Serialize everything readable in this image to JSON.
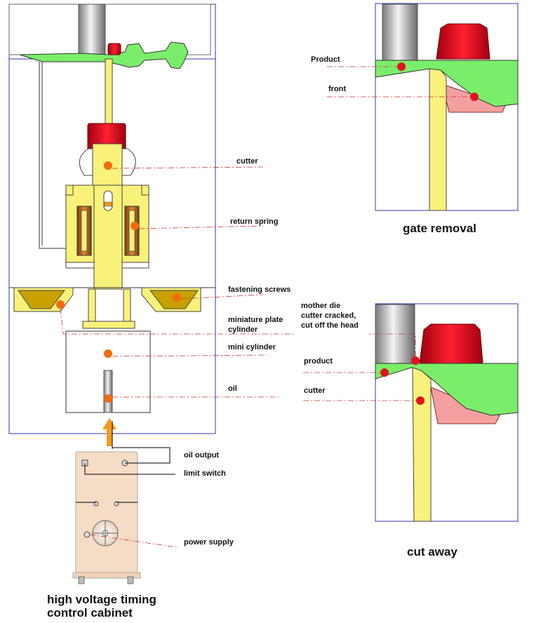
{
  "labels": {
    "cutter": "cutter",
    "return_spring": "return spring",
    "fastening_screws": "fastening screws",
    "miniature_plate_cylinder_1": "miniature plate",
    "miniature_plate_cylinder_2": "cylinder",
    "mini_cylinder": "mini cylinder",
    "oil": "oil",
    "oil_output": "oil output",
    "limit_switch": "limit switch",
    "power_supply": "power supply",
    "product_top": "Product",
    "front": "front",
    "mother_die_1": "mother die",
    "mother_die_2": "cutter cracked,",
    "mother_die_3": "cut off the head",
    "product_bottom": "product",
    "cutter_right": "cutter"
  },
  "captions": {
    "gate_removal": "gate removal",
    "cut_away": "cut away",
    "cabinet_1": "high voltage timing",
    "cabinet_2": "control cabinet"
  },
  "colors": {
    "frame": "#3333aa",
    "yellow": "#f8f27a",
    "red": "#e0141c",
    "green": "#7aee6a",
    "pink": "#f4a0a0",
    "brown": "#b5651d",
    "orange_dot": "#f26b10",
    "arrow": "#f39a1e",
    "cabinet": "#f5dcc4",
    "leader": "#cc3333"
  }
}
